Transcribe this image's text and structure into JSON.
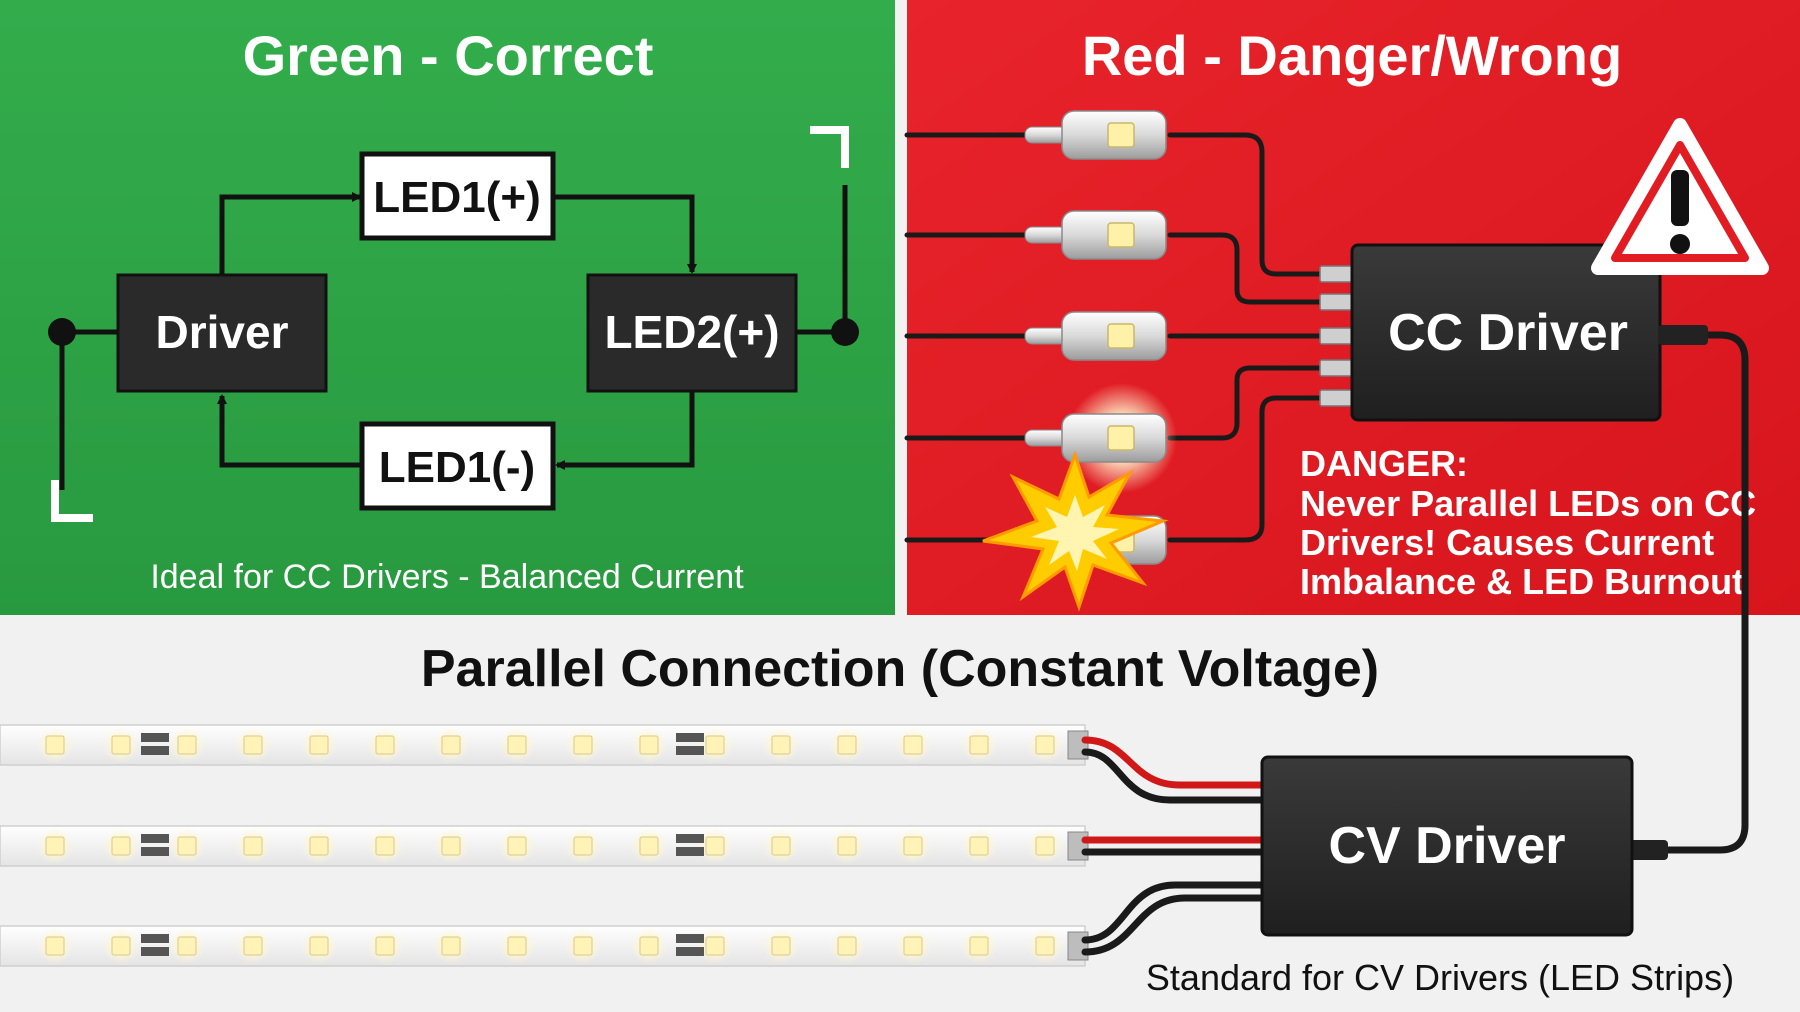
{
  "panels": {
    "green": {
      "title": "Green - Correct",
      "caption": "Ideal for CC Drivers - Balanced Current",
      "color": "#2ea043",
      "blocks": {
        "driver": "Driver",
        "led1_pos": "LED1(+)",
        "led2_pos": "LED2(+)",
        "led1_neg": "LED1(-)"
      }
    },
    "red": {
      "title": "Red - Danger/Wrong",
      "color": "#e21c23",
      "driver_label": "CC Driver",
      "danger_heading": "DANGER:",
      "danger_lines": [
        "Never Parallel LEDs on CC",
        "Drivers!  Causes Current",
        "Imbalance & LED Burnout"
      ],
      "warning_icon": "warning-triangle-icon",
      "burst_icon": "explosion-burst-icon"
    },
    "bottom": {
      "title": "Parallel Connection (Constant Voltage)",
      "driver_label": "CV Driver",
      "caption": "Standard for CV Drivers (LED Strips)",
      "strip_count": 3
    }
  },
  "colors": {
    "block_fill": "#2a2a2a",
    "wire_red": "#d01818",
    "wire_black": "#1a1a1a",
    "led_glow": "#fff6c8"
  }
}
